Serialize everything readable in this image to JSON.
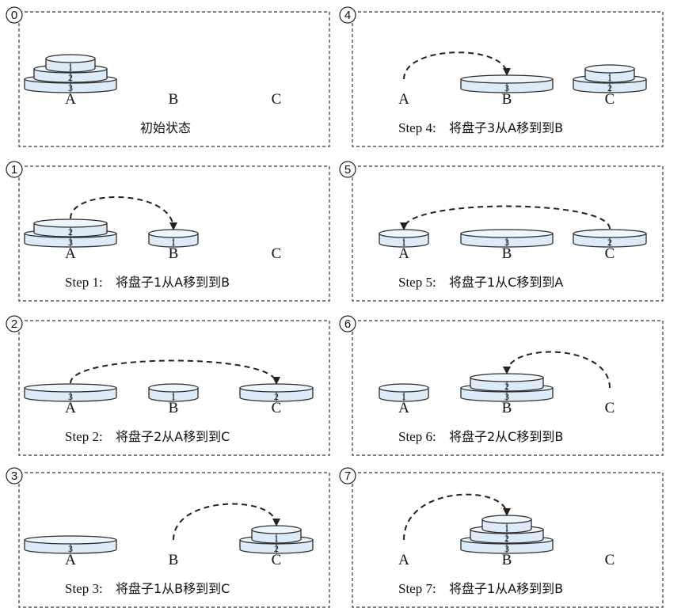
{
  "disk_fill": "#dcebf7",
  "disk_stroke": "#2b2b2b",
  "arrow_color": "#222222",
  "pegs": [
    "A",
    "B",
    "C"
  ],
  "panels": [
    {
      "num": "0",
      "step": "",
      "desc": "初始状态",
      "stacks": {
        "A": [
          "1",
          "2",
          "3"
        ],
        "B": [],
        "C": []
      },
      "move": null
    },
    {
      "num": "1",
      "step": "Step 1:",
      "desc": "将盘子1从A移到到B",
      "stacks": {
        "A": [
          "2",
          "3"
        ],
        "B": [
          "1"
        ],
        "C": []
      },
      "move": [
        "A",
        "B"
      ]
    },
    {
      "num": "2",
      "step": "Step 2:",
      "desc": "将盘子2从A移到到C",
      "stacks": {
        "A": [
          "3"
        ],
        "B": [
          "1"
        ],
        "C": [
          "2"
        ]
      },
      "move": [
        "A",
        "C"
      ]
    },
    {
      "num": "3",
      "step": "Step 3:",
      "desc": "将盘子1从B移到到C",
      "stacks": {
        "A": [
          "3"
        ],
        "B": [],
        "C": [
          "1",
          "2"
        ]
      },
      "move": [
        "B",
        "C"
      ]
    },
    {
      "num": "4",
      "step": "Step 4:",
      "desc": "将盘子3从A移到到B",
      "stacks": {
        "A": [],
        "B": [
          "3"
        ],
        "C": [
          "1",
          "2"
        ]
      },
      "move": [
        "A",
        "B"
      ]
    },
    {
      "num": "5",
      "step": "Step 5:",
      "desc": "将盘子1从C移到到A",
      "stacks": {
        "A": [
          "1"
        ],
        "B": [
          "3"
        ],
        "C": [
          "2"
        ]
      },
      "move": [
        "C",
        "A"
      ]
    },
    {
      "num": "6",
      "step": "Step 6:",
      "desc": "将盘子2从C移到到B",
      "stacks": {
        "A": [
          "1"
        ],
        "B": [
          "2",
          "3"
        ],
        "C": []
      },
      "move": [
        "C",
        "B"
      ]
    },
    {
      "num": "7",
      "step": "Step 7:",
      "desc": "将盘子1从A移到到B",
      "stacks": {
        "A": [],
        "B": [
          "1",
          "2",
          "3"
        ],
        "C": []
      },
      "move": [
        "A",
        "B"
      ]
    }
  ]
}
